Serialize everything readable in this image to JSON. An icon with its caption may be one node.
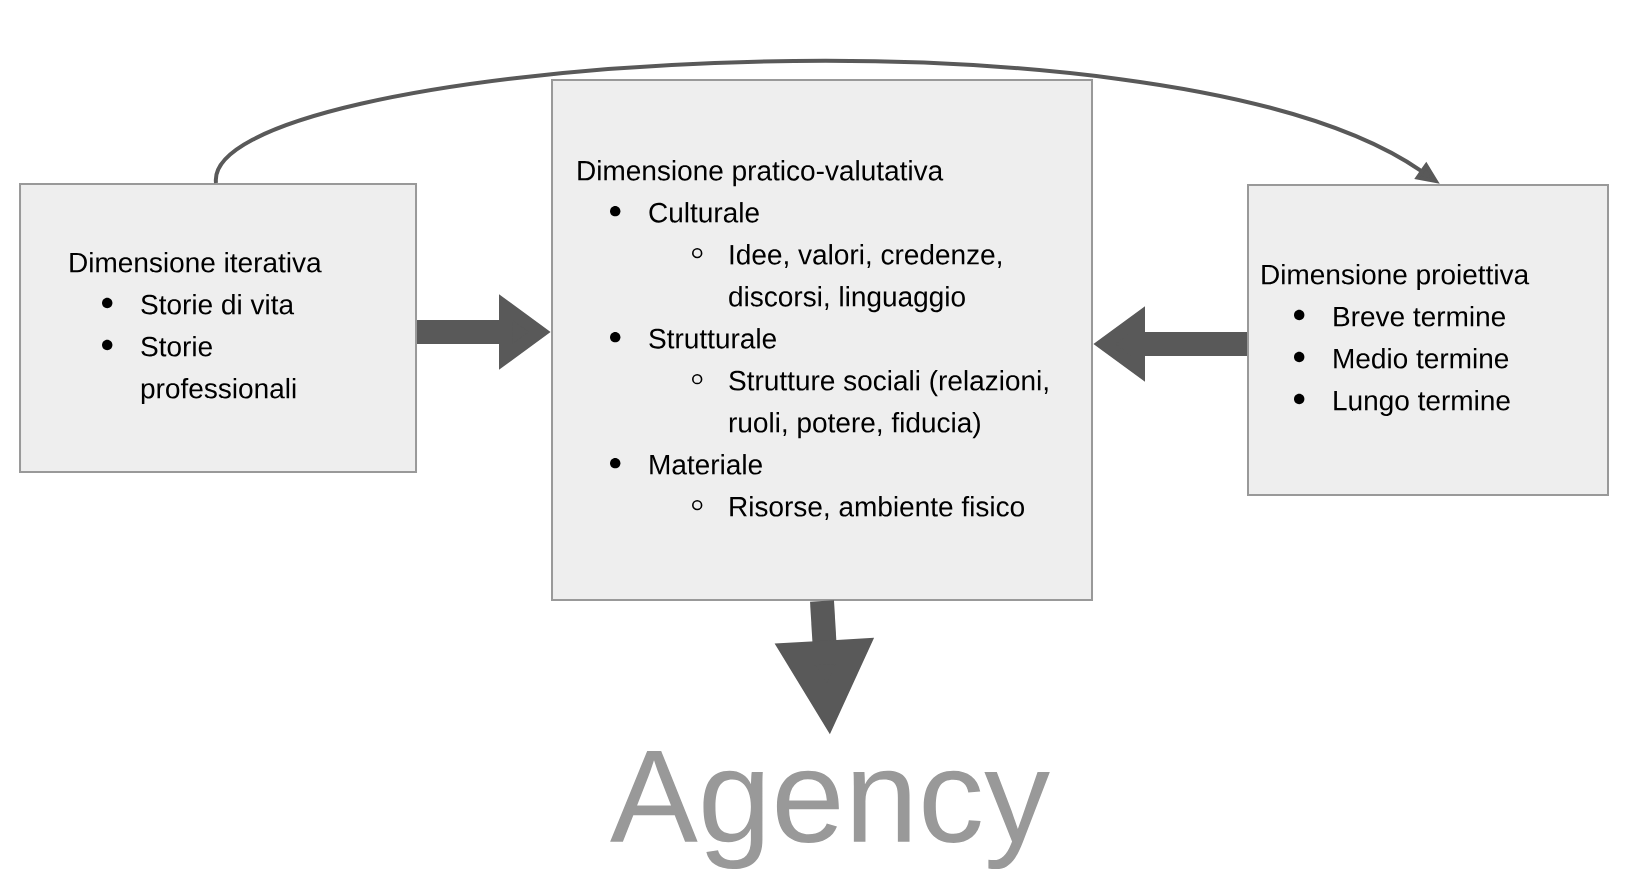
{
  "diagram": {
    "nodes": [
      {
        "text": [
          "Dimensione iterativa",
          "Storie di vita",
          "Storie professionali"
        ]
      },
      {
        "text": [
          "Dimensione pratico-valutativa",
          "Culturale",
          "Idee, valori, credenze, discorsi, linguaggio",
          "Strutturale",
          "Strutture sociali (relazioni, ruoli, potere, fiducia)",
          "Materiale",
          "Risorse, ambiente fisico"
        ]
      },
      {
        "text": [
          "Dimensione proiettiva",
          "Breve termine",
          "Medio termine",
          "Lungo termine"
        ]
      },
      {
        "text": [
          "Agency"
        ]
      }
    ],
    "edges": [
      {
        "from": 0,
        "to": 1,
        "arrow": "to"
      },
      {
        "from": 2,
        "to": 1,
        "arrow": "to"
      },
      {
        "from": 1,
        "to": 3,
        "arrow": "to"
      },
      {
        "from": 0,
        "to": 2,
        "arrow": "to"
      }
    ]
  }
}
